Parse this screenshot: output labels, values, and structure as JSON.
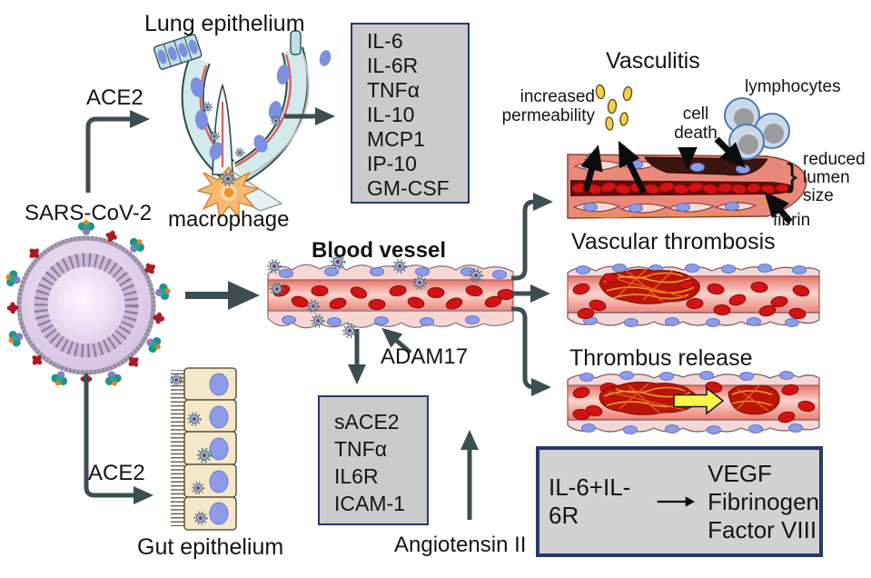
{
  "diagram": {
    "labels": {
      "lung_epithelium": "Lung epithelium",
      "ace2_top": "ACE2",
      "sars_cov_2": "SARS-CoV-2",
      "macrophage": "macrophage",
      "blood_vessel": "Blood vessel",
      "adam17": "ADAM17",
      "ace2_bottom": "ACE2",
      "gut_epithelium": "Gut epithelium",
      "angiotensin_ii": "Angiotensin II",
      "vasculitis": "Vasculitis",
      "increased_permeability_line1": "increased",
      "increased_permeability_line2": "permeability",
      "cell_death_line1": "cell",
      "cell_death_line2": "death",
      "lymphocytes": "lymphocytes",
      "reduced_lumen_brace": "}",
      "reduced_lumen_line1": "reduced",
      "reduced_lumen_line2": "lumen",
      "reduced_lumen_line3": "size",
      "fibrin": "fibrin",
      "vascular_thrombosis": "Vascular thrombosis",
      "thrombus_release": "Thrombus release"
    },
    "cytokine_box": {
      "items": [
        "IL-6",
        "IL-6R",
        "TNFα",
        "IL-10",
        "MCP1",
        "IP-10",
        "GM-CSF"
      ]
    },
    "soluble_factors_box": {
      "items": [
        "sACE2",
        "TNFα",
        "IL6R",
        "ICAM-1"
      ]
    },
    "il6_signaling_box": {
      "input": "IL-6+IL-6R",
      "outputs": [
        "VEGF",
        "Fibrinogen",
        "Factor VIII"
      ]
    },
    "colors": {
      "box_fill": "#cbcbcb",
      "box_border": "#27396b",
      "flow_arrow": "#3d4e52",
      "annotation_arrow": "#0c0c0c",
      "vessel_pink": "#f2958e",
      "vessel_wall_pink": "#f6d7d3",
      "rbc_red": "#d31313",
      "nucleus_blue": "#8d9ce8",
      "thrombus_red": "#bb1508",
      "fibrin_orange": "#e8962c",
      "droplet_yellow": "#f2d24e",
      "release_arrow_yellow": "#faf649",
      "virus_lavender": "#ddcbe8",
      "spike_teal": "#1f9486",
      "macrophage_orange": "#f7b970",
      "gut_cell_tan": "#f5e7c9"
    }
  }
}
